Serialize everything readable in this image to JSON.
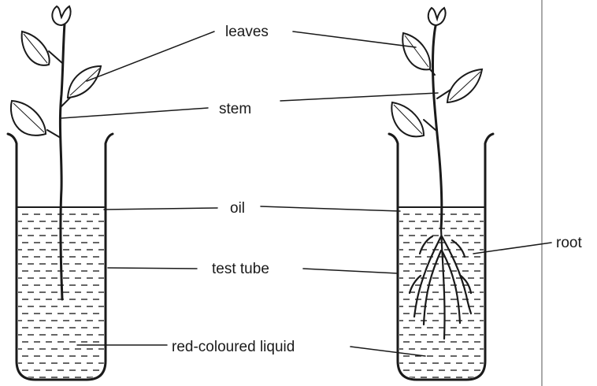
{
  "diagram": {
    "labels": {
      "leaves": "leaves",
      "stem": "stem",
      "oil": "oil",
      "test_tube": "test tube",
      "liquid": "red-coloured liquid",
      "root": "root"
    }
  }
}
